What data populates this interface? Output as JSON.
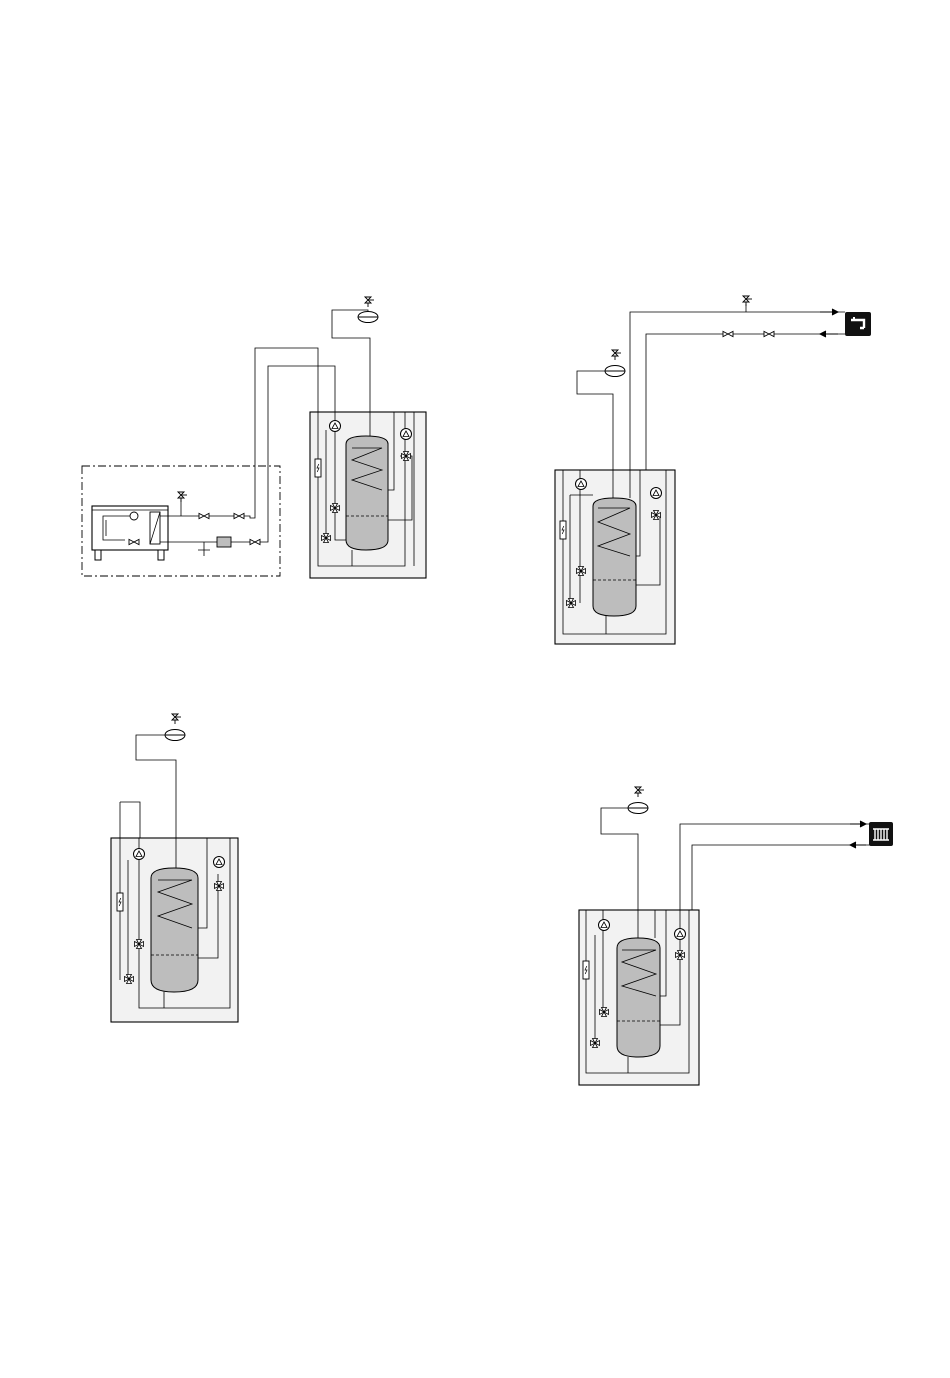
{
  "page": {
    "background": "#ffffff",
    "unit_fill": "#f2f2f2",
    "tank_fill": "#bdbdbd",
    "stroke": "#000000",
    "icon_badge": "#111111"
  },
  "diagrams": [
    {
      "id": "heat-pump-with-outdoor-unit",
      "includes": [
        "outdoor-unit",
        "indoor-unit",
        "expansion-vessel",
        "safety-valve"
      ]
    },
    {
      "id": "hot-water-circulation",
      "includes": [
        "indoor-unit",
        "expansion-vessel",
        "tap-water-icon"
      ]
    },
    {
      "id": "indoor-unit-only",
      "includes": [
        "indoor-unit",
        "expansion-vessel"
      ]
    },
    {
      "id": "heating-circuit",
      "includes": [
        "indoor-unit",
        "expansion-vessel",
        "radiator-icon"
      ]
    }
  ],
  "icons": {
    "tap": "tap-water-icon",
    "radiator": "radiator-icon",
    "pump": "circulation-pump-icon",
    "valve": "shut-off-valve-icon",
    "safety_valve": "safety-valve-icon",
    "expansion_vessel": "expansion-vessel-icon",
    "heater": "immersion-heater-icon",
    "three_way_valve": "three-way-valve-icon"
  }
}
